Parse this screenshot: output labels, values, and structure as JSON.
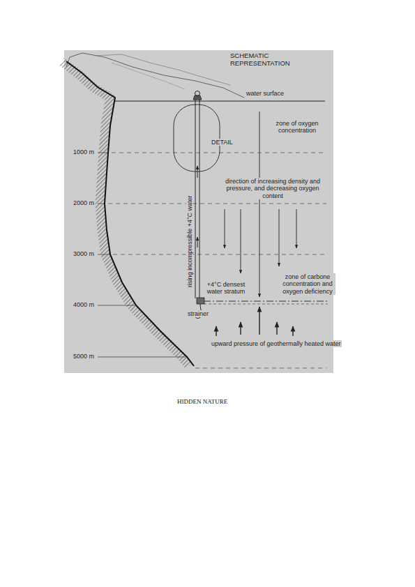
{
  "diagram": {
    "title": "SCHEMATIC REPRESENTATION",
    "caption": "HIDDEN NATURE",
    "labels": [
      "water surface",
      "DETAIL",
      "zone of oxygen concentration",
      "1000 m",
      "2000 m",
      "3000 m",
      "4000 m",
      "5000 m",
      "direction of increasing density and pressure, and decreasing oxygen content",
      "rising incompressible +4°C water",
      "+4°C densest water stratum",
      "zone of carbone concentration and oxygen deficiency",
      "strainer",
      "upward pressure of geothermally heated water"
    ]
  }
}
